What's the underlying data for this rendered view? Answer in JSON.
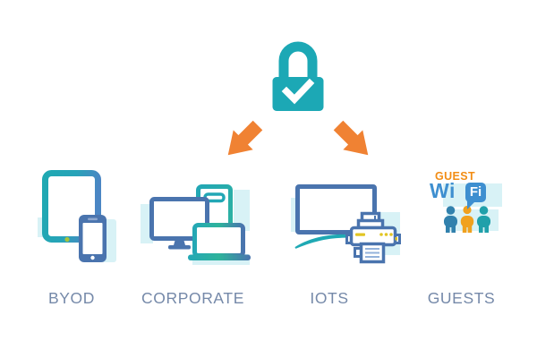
{
  "diagram": {
    "lock": {
      "icon": "padlock-check-icon",
      "color": "#1CA8B5"
    },
    "arrows": [
      {
        "icon": "arrow-down-left-icon",
        "color": "#F08233"
      },
      {
        "icon": "arrow-down-right-icon",
        "color": "#F08233"
      }
    ],
    "groups": [
      {
        "id": "byod",
        "label": "BYOD",
        "devices": [
          "tablet",
          "smartphone"
        ]
      },
      {
        "id": "corporate",
        "label": "CORPORATE",
        "devices": [
          "tower-pc",
          "desktop-monitor",
          "laptop"
        ]
      },
      {
        "id": "iots",
        "label": "IOTS",
        "devices": [
          "smart-tv",
          "printer"
        ]
      },
      {
        "id": "guests",
        "label": "GUESTS",
        "devices": [
          "guest-wifi-logo",
          "people"
        ]
      }
    ],
    "guest_wifi_logo": {
      "guest": "GUEST",
      "wi": "Wi",
      "fi": "Fi"
    },
    "colors": {
      "teal": "#22A7B5",
      "device_blue": "#4A74AE",
      "arrow_orange": "#F08233",
      "glow": "#D8F2F6",
      "label": "#7589A9",
      "accent_yellow": "#E2C523",
      "wifi_blue": "#3E8FD0",
      "guest_orange": "#F28D15",
      "person_left": "#3181AD",
      "person_middle": "#F0A11E",
      "person_right": "#20A0AA",
      "home_dot_green": "#A6C43D"
    }
  }
}
